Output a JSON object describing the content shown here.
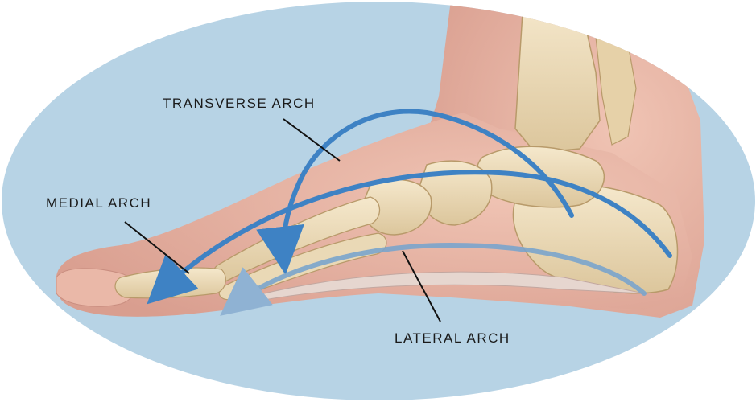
{
  "labels": {
    "transverse": "TRANSVERSE ARCH",
    "medial": "MEDIAL ARCH",
    "lateral": "LATERAL ARCH"
  },
  "colors": {
    "background_oval": "#b7d3e5",
    "skin": "#e8b3a6",
    "bone": "#efdfbf",
    "arch_arrow": "#3e82c4",
    "lateral_arrow": "#7aa4cc",
    "leader_line": "#111111"
  },
  "icons": [
    "arrowhead-icon"
  ]
}
